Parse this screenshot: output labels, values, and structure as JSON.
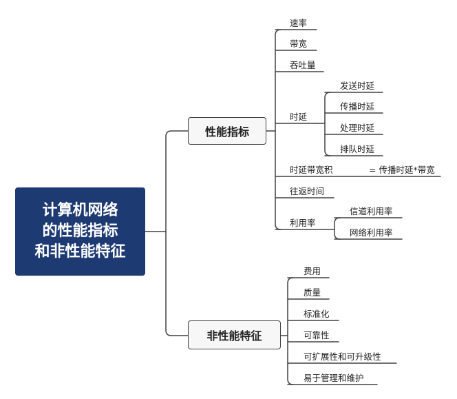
{
  "colors": {
    "root_fill": "#1d3a72",
    "root_text": "#ffffff",
    "branch_fill": "#f7f7f7",
    "line": "#404040"
  },
  "root": {
    "label": "计算机网络\n的性能指标\n和非性能特征"
  },
  "performance": {
    "label": "性能指标",
    "rate": "速率",
    "bandwidth": "带宽",
    "throughput": "吞吐量",
    "delay": {
      "label": "时延",
      "items": [
        "发送时延",
        "传播时延",
        "处理时延",
        "排队时延"
      ]
    },
    "delay_bandwidth": {
      "label": "时延带宽积",
      "formula": "= 传播时延*带宽"
    },
    "rtt": "往返时间",
    "utilization": {
      "label": "利用率",
      "items": [
        "信道利用率",
        "网络利用率"
      ]
    }
  },
  "non_performance": {
    "label": "非性能特征",
    "items": [
      "费用",
      "质量",
      "标准化",
      "可靠性",
      "可扩展性和可升级性",
      "易于管理和维护"
    ]
  }
}
